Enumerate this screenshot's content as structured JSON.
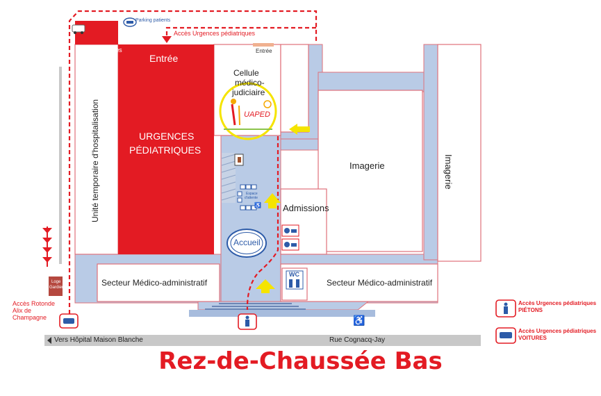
{
  "title": "Rez-de-Chaussée Bas",
  "labels": {
    "parking_patients": "Parking patients",
    "acces_urgences_pediatriques": "Accès Urgences pédiatriques",
    "sas_ambulances": "SAS Ambulances",
    "entree_main": "Entrée",
    "entree_small": "Entrée",
    "cellule_line1": "Cellule",
    "cellule_line2": "médico-",
    "cellule_line3": "judiciaire",
    "uaped": "UAPED",
    "unite_temporaire": "Unité temporaire d'hospitalisation",
    "urgences_line1": "URGENCES",
    "urgences_line2": "PÉDIATRIQUES",
    "imagerie_center": "Imagerie",
    "imagerie_right": "Imagerie",
    "espace_attente_line1": "Espace",
    "espace_attente_line2": "d'attente",
    "admissions": "Admissions",
    "accueil": "Accueil",
    "secteur_left": "Secteur Médico-administratif",
    "secteur_right": "Secteur Médico-administratif",
    "wc": "WC",
    "loge_line1": "Loge",
    "loge_line2": "Gardien",
    "acces_rotonde_line1": "Accès Rotonde",
    "acces_rotonde_line2": "Alix de",
    "acces_rotonde_line3": "Champagne",
    "road_left": "Vers Hôpital Maison Blanche",
    "road_right": "Rue Cognacq-Jay",
    "legend_pietons_line1": "Accès Urgences pédiatriques",
    "legend_pietons_line2": "PIÉTONS",
    "legend_voitures_line1": "Accès Urgences pédiatriques",
    "legend_voitures_line2": "VOITURES"
  },
  "colors": {
    "red": "#e31b23",
    "corridor": "#b9cbe6",
    "wall_red": "#e0707a",
    "yellow": "#f5e400",
    "road": "#c8c8c8",
    "loge": "#b5483f",
    "accueil_blue": "#2d5ba8"
  }
}
